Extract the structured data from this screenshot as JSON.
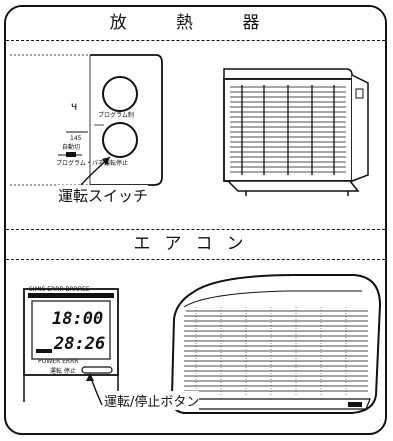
{
  "sections": {
    "radiator": {
      "title": "放 熱 器"
    },
    "aircon": {
      "title": "エアコン"
    }
  },
  "radiator_panel": {
    "upper_button_label": "プログラム制",
    "lower_button_label": "運転停止",
    "side_mark": "Ч",
    "side_mark_small": "145",
    "small_label_1": "自動切",
    "small_label_2": "プログラム・パネル",
    "callout": "運転スイッチ"
  },
  "aircon_remote": {
    "header_text": "SIMIS ERRR BRRREE",
    "time_1": "18:00",
    "time_2": "28:26",
    "bottom_row": "POWER  ERRR",
    "footer_left": "運転 停止",
    "callout": "運転/停止ボタン"
  },
  "colors": {
    "ink": "#111111",
    "paper": "#ffffff"
  }
}
